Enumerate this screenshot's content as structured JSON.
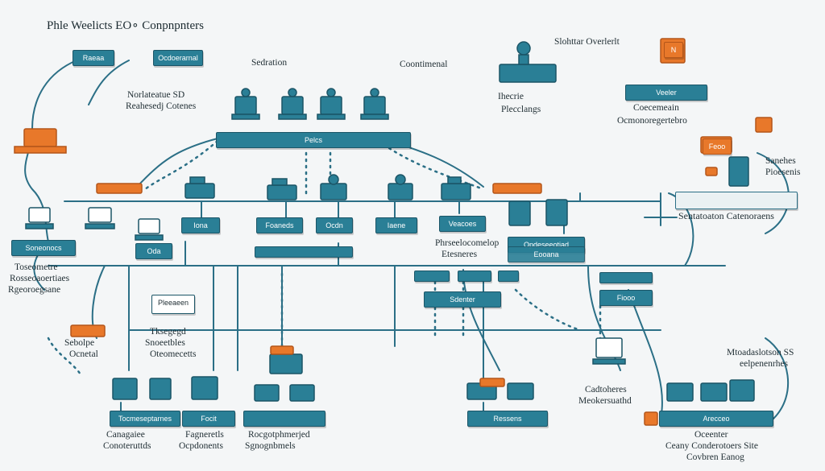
{
  "title": "Phle Weelicts EO∘ Conpnpnters",
  "colors": {
    "teal": "#2a7f96",
    "dark": "#1b5567",
    "orange": "#e8782a",
    "line": "#2b6f86",
    "bg": "#f4f6f7"
  },
  "labels": {
    "top_left_box_a": "Raeaa",
    "top_left_box_b": "Ocdoerarnal",
    "top_notes_1": "Norlateatue SD",
    "top_notes_2": "Reahesedj Cotenes",
    "sedration": "Sedration",
    "coontimental": "Coontimenal",
    "top_right_header": "Slohttar Overlerlt",
    "small_box_n": "N",
    "veeler_box": "Veeler",
    "ihecrie": "Ihecrie",
    "plecclangs": "Plecclangs",
    "coecemeain": "Coecemeain",
    "ocmonore": "Ocmonoregertebro",
    "central_bar": "Pelcs",
    "foco_box": "Feoo",
    "sanehes": "Sanehes",
    "pioesenis": "Pioesenis",
    "sentatoaton": "Sentatoaton Catenoraens",
    "mid_box_1": "Iona",
    "mid_box_2": "Foaneds",
    "mid_box_3": "Ocdn",
    "mid_box_4": "Iaene",
    "mid_box_5": "Veacoes",
    "pheseelonelo": "Phrseelocomelop",
    "etesneres": "Etesneres",
    "opdeseeotiad": "Opdeseeotiad",
    "eooana": "Eooana",
    "left_box_s": "Soneonocs",
    "toseometre_1": "Toseometre",
    "toseometre_2": "Rosseoaoertiaes",
    "toseometre_3": "Rgeoroegsane",
    "oda_box": "Oda",
    "center_band_a": "Pleeaeen",
    "center_band_b": "Fiooo",
    "sdenter_box": "Sdenter",
    "sdenlpe": "Sebolpe",
    "ocnetal": "Ocnetal",
    "tksegeed_1": "Tksegegd",
    "tksegeed_2": "Snoeetbles",
    "tksegeed_3": "Oteomecetts",
    "metadation_1": "Mtoadaslotson SS",
    "metadation_2": "eelpenenrhes",
    "cadtores_1": "Cadtoheres",
    "cadtores_2": "Meokersuathd",
    "bottom_box_1": "Tocmeseptarnes",
    "bottom_box_2": "Focit",
    "bottom_box_3": "Ressens",
    "bottom_box_4": "Arecceo",
    "bottom_lbl_1": "Canagaiee",
    "bottom_lbl_2": "Conoteruttds",
    "bottom_lbl_3": "Fagneretls",
    "bottom_lbl_4": "Ocpdonents",
    "bottom_lbl_5": "Rocgotphmerjed",
    "bottom_lbl_6": "Sgnognbmels",
    "bottom_right_1": "Oceenter",
    "bottom_right_2": "Ceany Conderotoers Site",
    "bottom_right_3": "Covbren Eanog"
  }
}
